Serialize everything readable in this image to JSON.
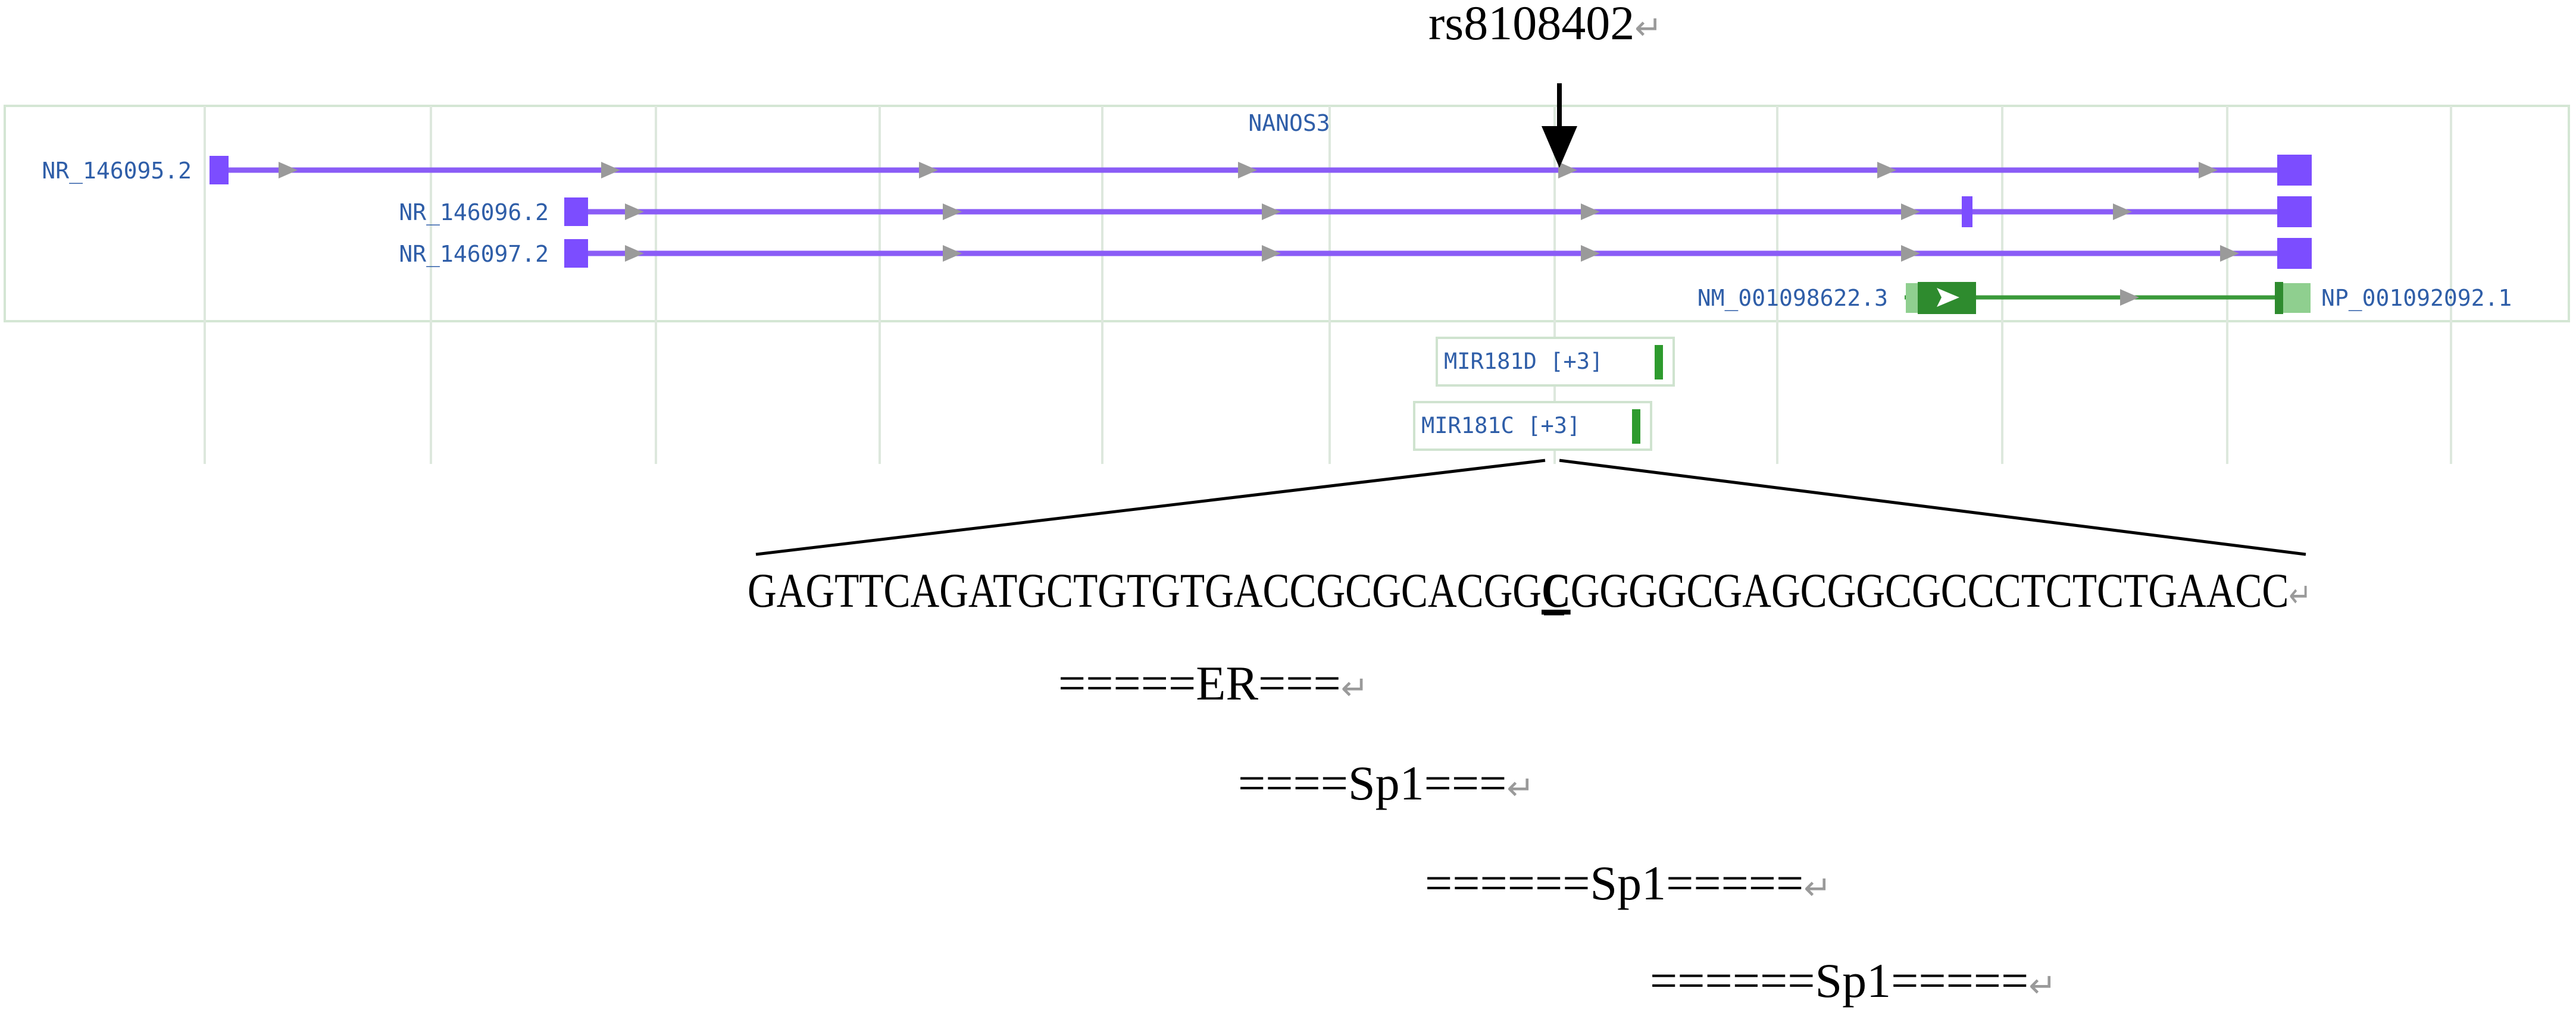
{
  "snp": {
    "label": "rs8108402",
    "return_mark": "↵"
  },
  "gene": {
    "name": "NANOS3"
  },
  "tracks": [
    {
      "id": "NR_146095.2",
      "kind": "ncRNA"
    },
    {
      "id": "NR_146096.2",
      "kind": "ncRNA"
    },
    {
      "id": "NR_146097.2",
      "kind": "ncRNA"
    },
    {
      "id": "NM_001098622.3",
      "protein": "NP_001092092.1",
      "kind": "mRNA"
    }
  ],
  "mirnas": [
    {
      "label": "MIR181D [+3]"
    },
    {
      "label": "MIR181C [+3]"
    }
  ],
  "sequence": {
    "before": "GAGTTCAGATGCTGTGTGACCGCGCACGG",
    "variant": "C",
    "after": "GGGGCGAGCGGCGCCCTCTCTGAACC",
    "return_mark": "↵"
  },
  "binding_sites": [
    {
      "text": "=====ER===",
      "return_mark": "↵"
    },
    {
      "text": "====Sp1===",
      "return_mark": "↵"
    },
    {
      "text": "======Sp1=====",
      "return_mark": "↵"
    },
    {
      "text": "======Sp1=====",
      "return_mark": "↵"
    }
  ],
  "colors": {
    "ncrna": "#8a5cf6",
    "ncrna_box": "#7c4dff",
    "mrna": "#3a9a3a",
    "mrna_box": "#2e8b2e",
    "utr": "#8fcf8f",
    "label_blue": "#2f5ea8",
    "chevron": "#9a9a9a",
    "grid": "#dde8dd",
    "return_mark": "#9a9a9a"
  }
}
